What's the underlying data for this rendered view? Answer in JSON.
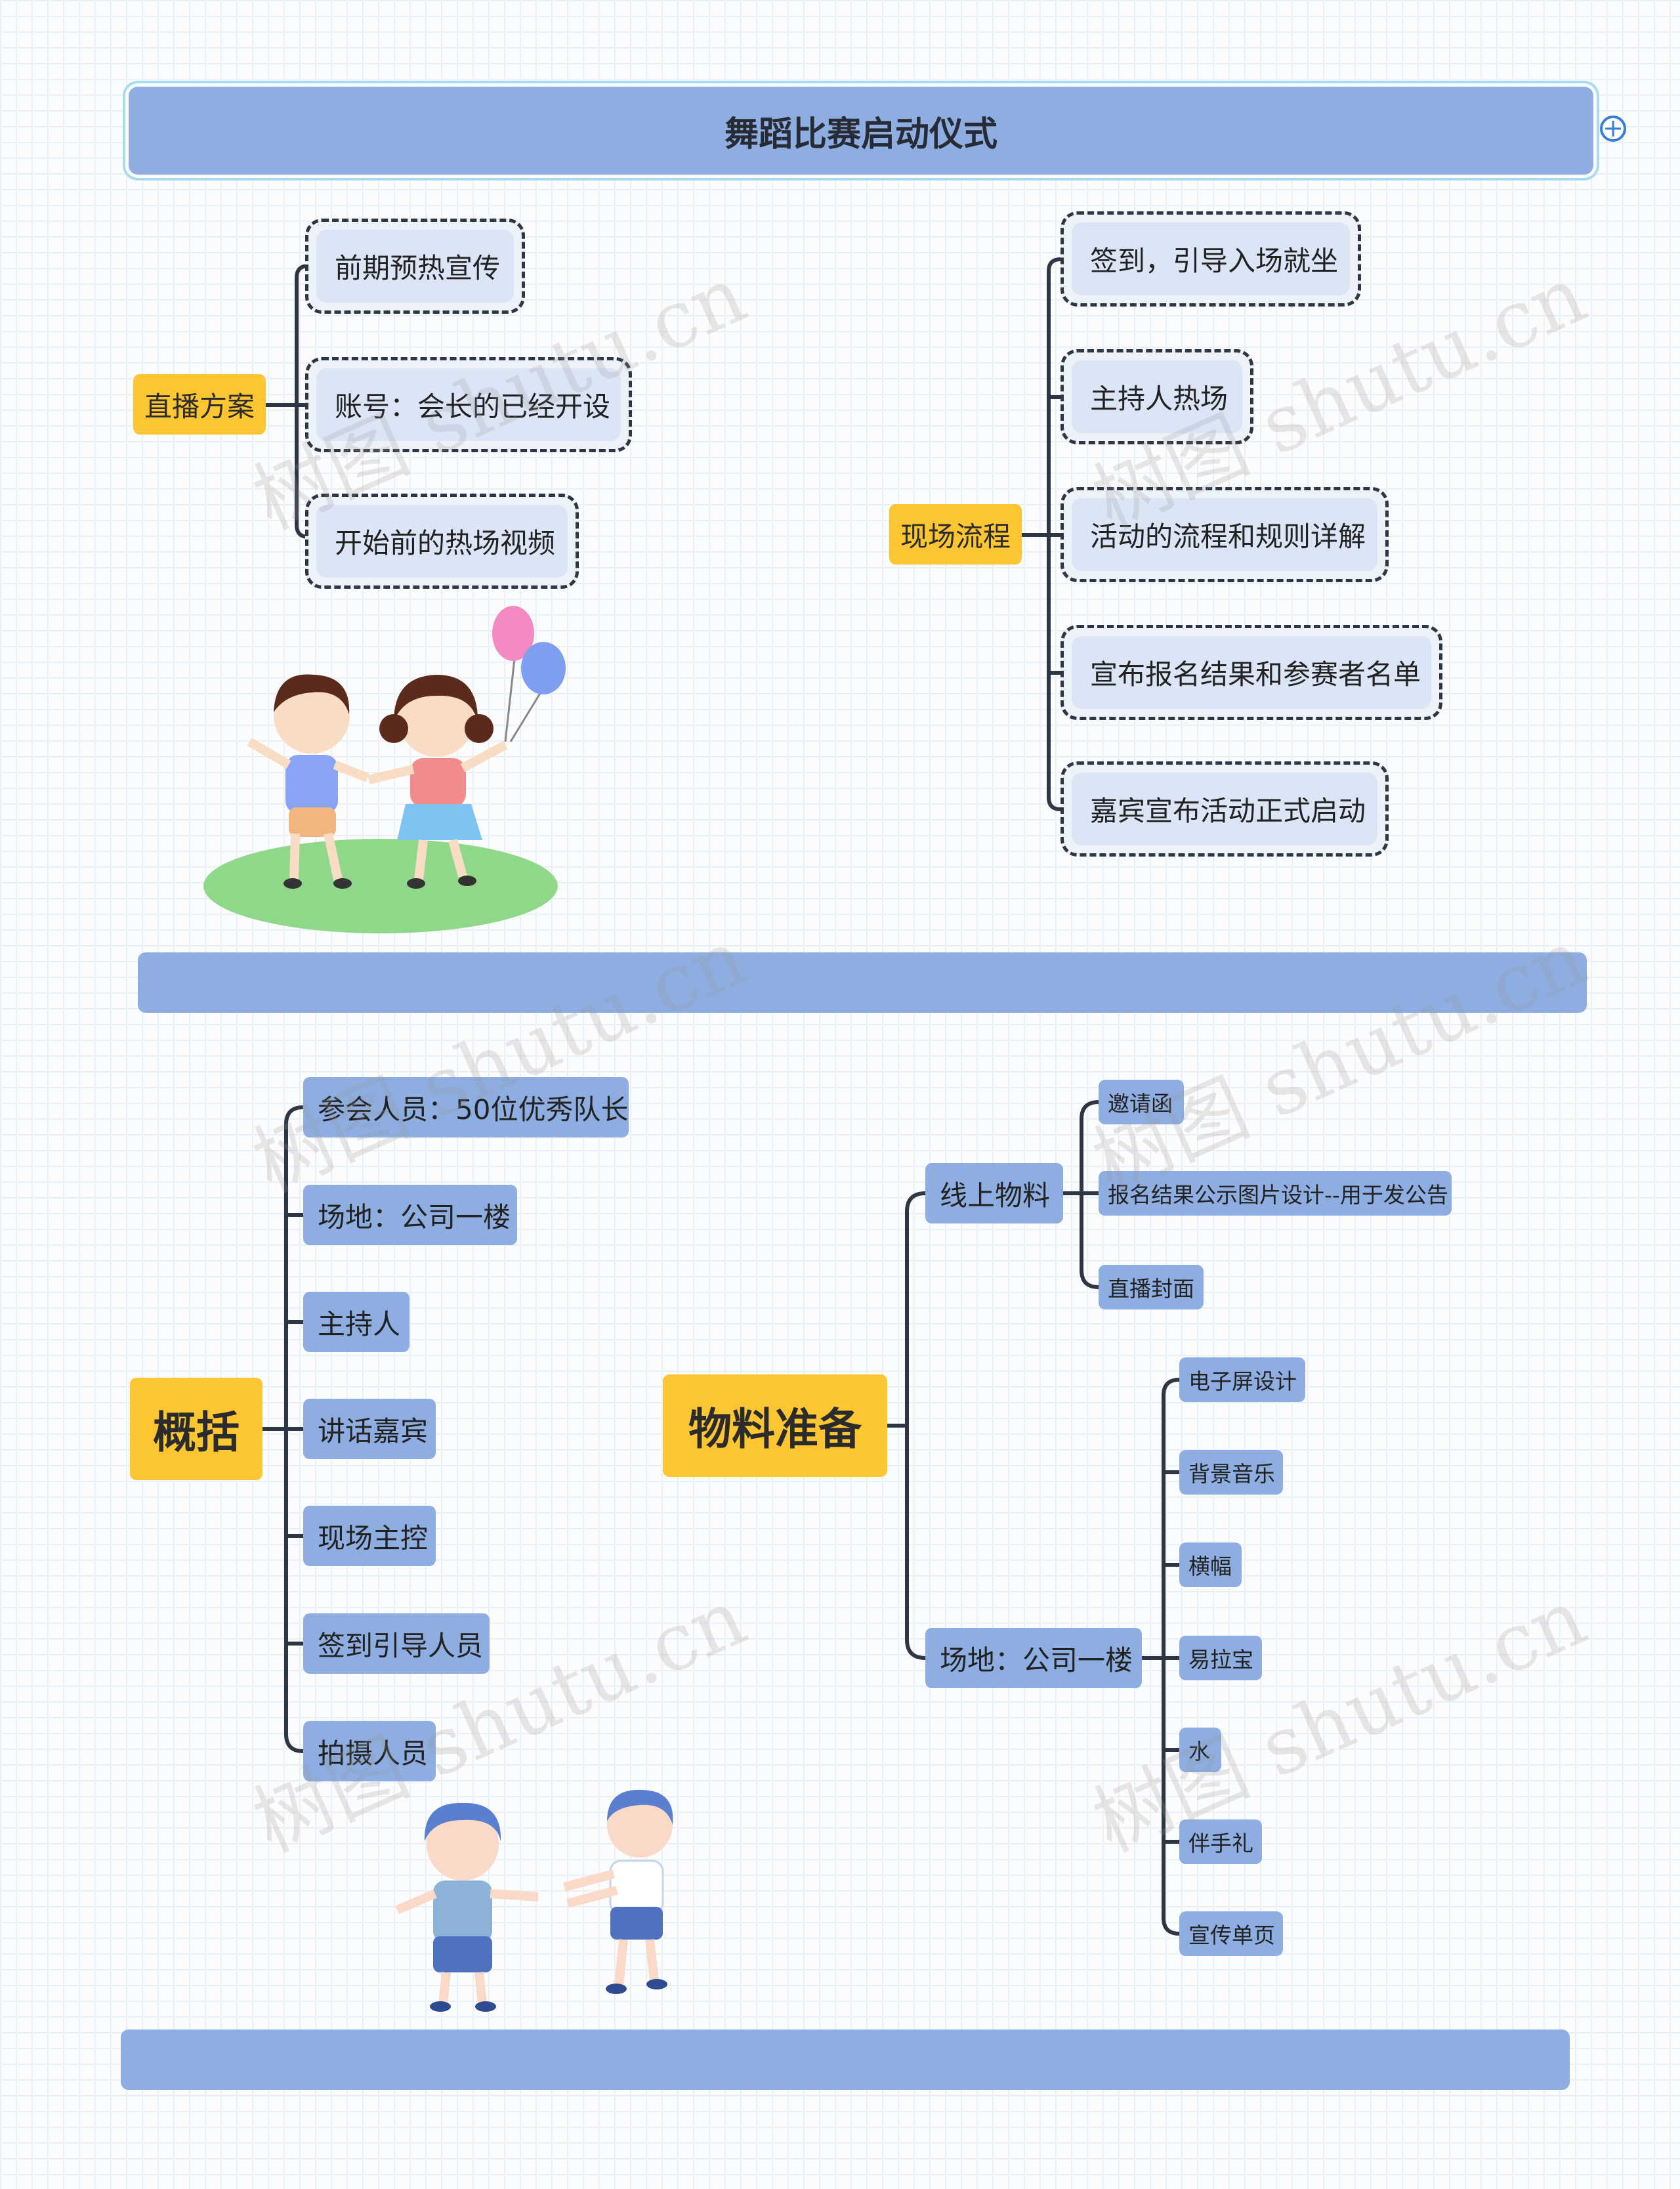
{
  "title": "舞蹈比赛启动仪式",
  "expand_icon": "plus-circle-icon",
  "watermark": "树图 shutu.cn",
  "section1": {
    "left": {
      "root": "直播方案",
      "children": [
        "前期预热宣传",
        "账号：会长的已经开设",
        "开始前的热场视频"
      ]
    },
    "right": {
      "root": "现场流程",
      "children": [
        "签到，引导入场就坐",
        "主持人热场",
        "活动的流程和规则详解",
        "宣布报名结果和参赛者名单",
        "嘉宾宣布活动正式启动"
      ]
    }
  },
  "section2": {
    "left": {
      "root": "概括",
      "children": [
        "参会人员：50位优秀队长",
        "场地：公司一楼",
        "主持人",
        "讲话嘉宾",
        "现场主控",
        "签到引导人员",
        "拍摄人员"
      ]
    },
    "right": {
      "root": "物料准备",
      "branches": [
        {
          "label": "线上物料",
          "children": [
            "邀请函",
            "报名结果公示图片设计--用于发公告",
            "直播封面"
          ]
        },
        {
          "label": "场地：公司一楼",
          "children": [
            "电子屏设计",
            "背景音乐",
            "横幅",
            "易拉宝",
            "水",
            "伴手礼",
            "宣传单页"
          ]
        }
      ]
    }
  },
  "colors": {
    "node_blue": "#8eade0",
    "root_yellow": "#fcc632",
    "line": "#2f3643"
  }
}
